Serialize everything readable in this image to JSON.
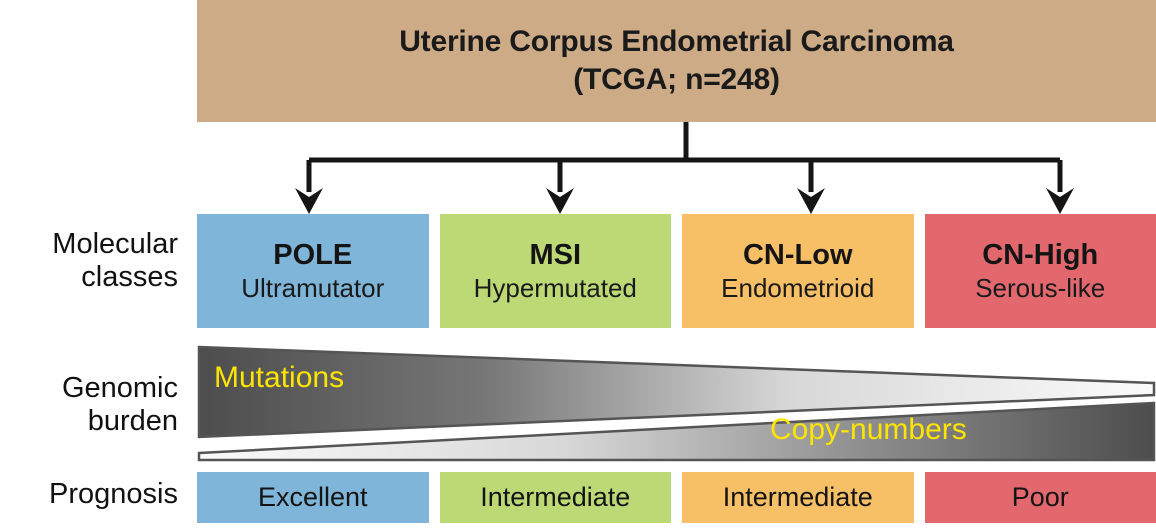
{
  "figure": {
    "title_lines": [
      "Uterine Corpus Endometrial Carcinoma",
      "(TCGA; n=248)"
    ],
    "title_bg": "#cdab86"
  },
  "row_labels": {
    "molecular": {
      "line1": "Molecular",
      "line2": "classes"
    },
    "genomic": {
      "line1": "Genomic",
      "line2": "burden"
    },
    "prognosis": {
      "line1": "Prognosis",
      "line2": ""
    }
  },
  "molecular_classes": [
    {
      "name": "POLE",
      "subtitle": "Ultramutator",
      "color": "#7eb5d8",
      "prognosis": "Excellent"
    },
    {
      "name": "MSI",
      "subtitle": "Hypermutated",
      "color": "#bdd976",
      "prognosis": "Intermediate"
    },
    {
      "name": "CN-Low",
      "subtitle": "Endometrioid",
      "color": "#f8c066",
      "prognosis": "Intermediate"
    },
    {
      "name": "CN-High",
      "subtitle": "Serous-like",
      "color": "#e2686e",
      "prognosis": "Poor"
    }
  ],
  "genomic_burden": {
    "wedges": [
      {
        "label": "Mutations",
        "direction": "decreasing-left-to-right",
        "label_color": "#ffe400"
      },
      {
        "label": "Copy-numbers",
        "direction": "increasing-left-to-right",
        "label_color": "#ffe400"
      }
    ],
    "gradient_dark": "#4d4d4d",
    "gradient_light": "#f7f7f7"
  },
  "connectors": {
    "arrow_count": 4,
    "arrow_color": "#151515"
  }
}
